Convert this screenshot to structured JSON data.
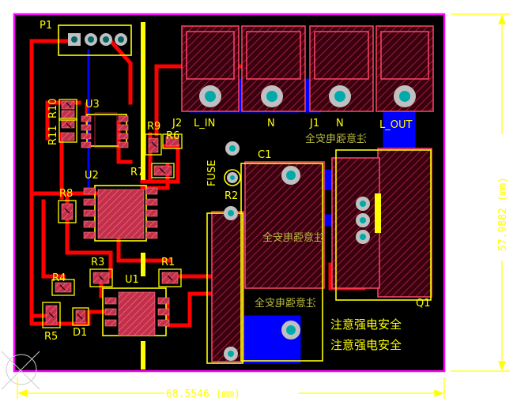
{
  "board": {
    "colors": {
      "background": "#000000",
      "outline": "#ff00ff",
      "top_copper": "#ff0000",
      "bottom_copper": "#0000ff",
      "silkscreen": "#ffff00",
      "pad_hatch": "#c0304a",
      "via": "#00aaaa"
    }
  },
  "labels": {
    "p1": "P1",
    "r10": "R10",
    "r11": "R11",
    "u3": "U3",
    "r9": "R9",
    "r6": "R6",
    "r7": "R7",
    "j2": "J2",
    "l_in": "L_IN",
    "n_left": "N",
    "j1": "J1",
    "n_right": "N",
    "l_out": "L_OUT",
    "fuse": "FUSE",
    "c1": "C1",
    "r2": "R2",
    "u2": "U2",
    "r8": "R8",
    "r3": "R3",
    "r1": "R1",
    "u1": "U1",
    "r4": "R4",
    "r5": "R5",
    "d1": "D1",
    "q1": "Q1"
  },
  "notes": {
    "warning_1": "注意强电安全",
    "warning_2": "注意强电安全",
    "mirrored_1": "注意强电安全",
    "mirrored_2": "注意强电安全",
    "mirrored_3": "注意强电安全"
  },
  "dimensions": {
    "width": "68.5546 (mm)",
    "height": "57.9882 (mm)"
  }
}
